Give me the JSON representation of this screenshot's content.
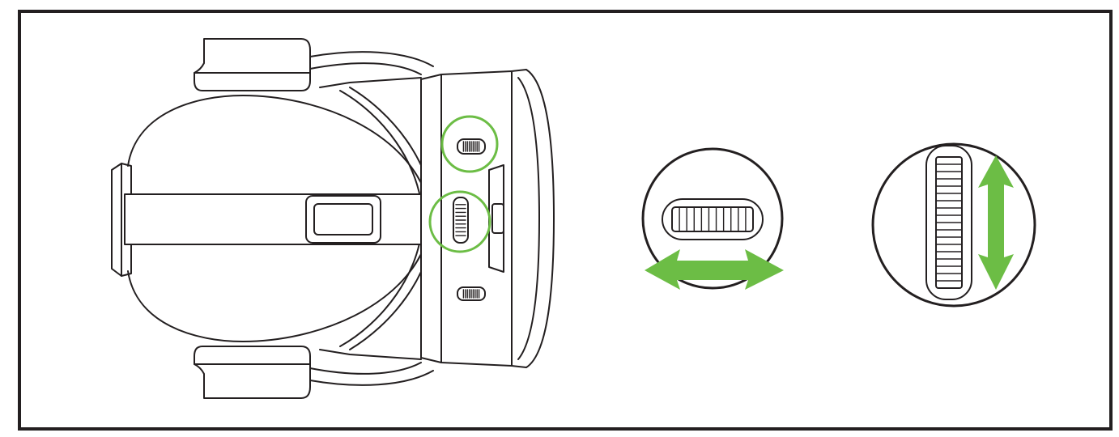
{
  "figure": {
    "border_color": "#231f20",
    "line_color": "#231f20",
    "highlight_color": "#6cbd45",
    "arrow_color": "#6cbd45"
  },
  "headset": {
    "icon": "vr-headset-top-view-icon",
    "highlighted_controls": [
      "upper-dial",
      "middle-dial"
    ]
  },
  "detail_horizontal": {
    "icon": "horizontal-dial-icon",
    "arrow_direction": "left-right",
    "ridge_count": 11
  },
  "detail_vertical": {
    "icon": "vertical-dial-icon",
    "arrow_direction": "up-down",
    "ridge_count": 18
  }
}
